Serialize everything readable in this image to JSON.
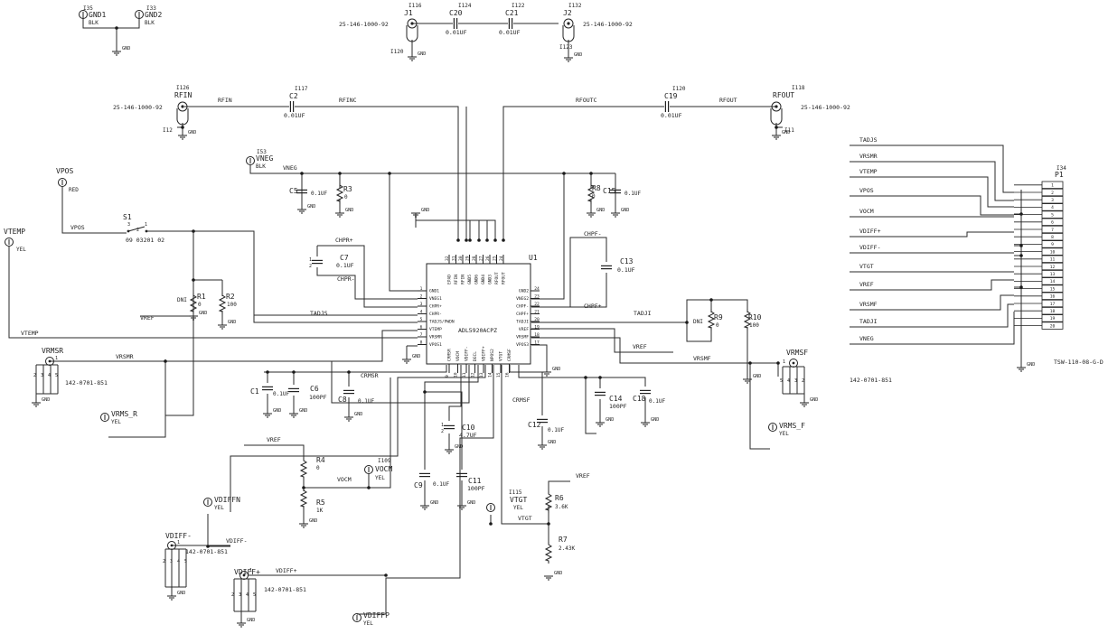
{
  "chip": {
    "ref": "U1",
    "part": "ADL5920ACPZ",
    "left_pins": [
      [
        "1",
        "GND1"
      ],
      [
        "2",
        "VNEG1"
      ],
      [
        "3",
        "CHPR+"
      ],
      [
        "4",
        "CHPR-"
      ],
      [
        "5",
        "TADJS/PWDN"
      ],
      [
        "6",
        "VTEMP"
      ],
      [
        "7",
        "VRSMR"
      ],
      [
        "8",
        "VPOS1"
      ]
    ],
    "right_pins": [
      [
        "24",
        "GND2"
      ],
      [
        "23",
        "VNEG2"
      ],
      [
        "22",
        "CHPF-"
      ],
      [
        "21",
        "CHPF+"
      ],
      [
        "20",
        "TADJI"
      ],
      [
        "19",
        "VREF"
      ],
      [
        "18",
        "VRSMF"
      ],
      [
        "17",
        "VPOS3"
      ]
    ],
    "top_pins": [
      [
        "32",
        "EPAD"
      ],
      [
        "31",
        "RFIN"
      ],
      [
        "30",
        "RFIN"
      ],
      [
        "29",
        "GND5"
      ],
      [
        "28",
        "GND6"
      ],
      [
        "27",
        "GND4"
      ],
      [
        "26",
        "GND3"
      ],
      [
        "25",
        "RFOUT"
      ],
      [
        "24",
        "RFOUT"
      ]
    ],
    "bottom_pins": [
      [
        "9",
        "CRMSR"
      ],
      [
        "10",
        "VOCM"
      ],
      [
        "11",
        "VDIFF-"
      ],
      [
        "12",
        "DECL"
      ],
      [
        "13",
        "VDIFF+"
      ],
      [
        "14",
        "NPOS2"
      ],
      [
        "15",
        "VTGT"
      ],
      [
        "16",
        "CRMSF"
      ]
    ]
  },
  "connector": {
    "ref": "P1",
    "id": "I34",
    "part": "TSW-110-08-G-D",
    "pins": [
      "1",
      "2",
      "3",
      "4",
      "5",
      "6",
      "7",
      "8",
      "9",
      "10",
      "11",
      "12",
      "13",
      "14",
      "15",
      "16",
      "17",
      "18",
      "19",
      "20"
    ],
    "nets": [
      "TADJS",
      "VRSMR",
      "VTEMP",
      "VPOS",
      "VOCM",
      "VDIFF+",
      "VDIFF-",
      "VTGT",
      "VREF",
      "VRSMF",
      "TADJI",
      "VNEG"
    ]
  },
  "testpoints": [
    {
      "id": "gnd1",
      "name": "GND1",
      "color": "BLK",
      "inst": "I35"
    },
    {
      "id": "gnd2",
      "name": "GND2",
      "color": "BLK",
      "inst": "I33"
    },
    {
      "id": "vneg",
      "name": "VNEG",
      "color": "BLK",
      "inst": "I53"
    },
    {
      "id": "vpos",
      "name": "VPOS",
      "color": "RED",
      "inst": ""
    },
    {
      "id": "vtemp",
      "name": "VTEMP",
      "color": "YEL",
      "inst": ""
    },
    {
      "id": "vrms_r",
      "name": "VRMS_R",
      "color": "YEL",
      "inst": ""
    },
    {
      "id": "vrms_f",
      "name": "VRMS_F",
      "color": "YEL",
      "inst": ""
    },
    {
      "id": "vocm",
      "name": "VOCM",
      "color": "YEL",
      "inst": "I109"
    },
    {
      "id": "vdiffn",
      "name": "VDIFFN",
      "color": "YEL",
      "inst": ""
    },
    {
      "id": "vtgt",
      "name": "VTGT",
      "color": "YEL",
      "inst": "I115"
    },
    {
      "id": "vdiffp",
      "name": "VDIFFP",
      "color": "YEL",
      "inst": ""
    }
  ],
  "coax": [
    {
      "id": "j1",
      "ref": "J1",
      "inst": "I116",
      "part": "25-146-1000-92",
      "pin_inst": "I120"
    },
    {
      "id": "j2",
      "ref": "J2",
      "inst": "I132",
      "part": "25-146-1000-92",
      "pin_inst": "I123"
    },
    {
      "id": "rfin",
      "ref": "RFIN",
      "inst": "I126",
      "part": "25-146-1000-92",
      "pin_inst": "I12"
    },
    {
      "id": "rfout",
      "ref": "RFOUT",
      "inst": "I118",
      "part": "25-146-1000-92",
      "pin_inst": "I11"
    }
  ],
  "smb": [
    {
      "id": "vrmsr",
      "ref": "VRMSR",
      "part": "142-0701-851",
      "pins": [
        "1",
        "2",
        "3",
        "4",
        "5"
      ]
    },
    {
      "id": "vrmsf",
      "ref": "VRMSF",
      "part": "142-0701-851",
      "pins": [
        "1",
        "5",
        "4",
        "3",
        "2"
      ]
    },
    {
      "id": "vdiffm",
      "ref": "VDIFF-",
      "part": "142-0701-851",
      "pins": [
        "1",
        "2",
        "3",
        "4",
        "5"
      ]
    },
    {
      "id": "vdiffpc",
      "ref": "VDIFF+",
      "part": "142-0701-851",
      "pins": [
        "1",
        "2",
        "3",
        "4",
        "5"
      ]
    }
  ],
  "caps": [
    {
      "id": "c20",
      "ref": "C20",
      "value": "0.01UF",
      "inst": "I124"
    },
    {
      "id": "c21",
      "ref": "C21",
      "value": "0.01UF",
      "inst": "I122"
    },
    {
      "id": "c2",
      "ref": "C2",
      "value": "0.01UF",
      "inst": "I117"
    },
    {
      "id": "c19",
      "ref": "C19",
      "value": "0.01UF",
      "inst": "I120"
    },
    {
      "id": "c5",
      "ref": "C5",
      "value": "0.1UF"
    },
    {
      "id": "c15",
      "ref": "C15",
      "value": "0.1UF"
    },
    {
      "id": "c7",
      "ref": "C7",
      "value": "0.1UF"
    },
    {
      "id": "c13",
      "ref": "C13",
      "value": "0.1UF"
    },
    {
      "id": "c1",
      "ref": "C1",
      "value": "0.1UF"
    },
    {
      "id": "c6",
      "ref": "C6",
      "value": "100PF"
    },
    {
      "id": "c8",
      "ref": "C8",
      "value": "0.1UF"
    },
    {
      "id": "c10",
      "ref": "C10",
      "value": "4.7UF"
    },
    {
      "id": "c12",
      "ref": "C12",
      "value": "0.1UF"
    },
    {
      "id": "c14",
      "ref": "C14",
      "value": "100PF"
    },
    {
      "id": "c18",
      "ref": "C18",
      "value": "0.1UF"
    },
    {
      "id": "c9",
      "ref": "C9",
      "value": "0.1UF"
    },
    {
      "id": "c11",
      "ref": "C11",
      "value": "100PF"
    }
  ],
  "resistors": [
    {
      "id": "r3",
      "ref": "R3",
      "value": "0"
    },
    {
      "id": "r8",
      "ref": "R8",
      "value": "0"
    },
    {
      "id": "r1",
      "ref": "R1",
      "value": "0",
      "dnp": "DNI"
    },
    {
      "id": "r2",
      "ref": "R2",
      "value": "100"
    },
    {
      "id": "r9",
      "ref": "R9",
      "value": "0",
      "dnp": "DNI"
    },
    {
      "id": "r10",
      "ref": "R10",
      "value": "100"
    },
    {
      "id": "r4",
      "ref": "R4",
      "value": "0"
    },
    {
      "id": "r5",
      "ref": "R5",
      "value": "1K"
    },
    {
      "id": "r6",
      "ref": "R6",
      "value": "3.6K"
    },
    {
      "id": "r7",
      "ref": "R7",
      "value": "2.43K"
    }
  ],
  "switch": {
    "ref": "S1",
    "part": "09 03201 02",
    "pins": [
      "3",
      "2",
      "1"
    ]
  },
  "nets": {
    "rfin": "RFIN",
    "rfinc": "RFINC",
    "rfoutc": "RFOUTC",
    "rfout": "RFOUT",
    "vneg": "VNEG",
    "vpos": "VPOS",
    "vtemp": "VTEMP",
    "vrsmr": "VRSMR",
    "vrsmf": "VRSMF",
    "tadjs": "TADJS",
    "tadji": "TADJI",
    "vref": "VREF",
    "chprp": "CHPR+",
    "chprm": "CHPR-",
    "chpfm": "CHPF-",
    "chpfp": "CHPF+",
    "crmsr": "CRMSR",
    "crmsf": "CRMSF",
    "vocm": "VOCM",
    "vtgt": "VTGT",
    "vdiffm": "VDIFF-",
    "vdiffp": "VDIFF+"
  },
  "gnd_label": "GND",
  "gnd_label_alt": "GND",
  "pin_num_1": "1",
  "pin_num_2": "2"
}
